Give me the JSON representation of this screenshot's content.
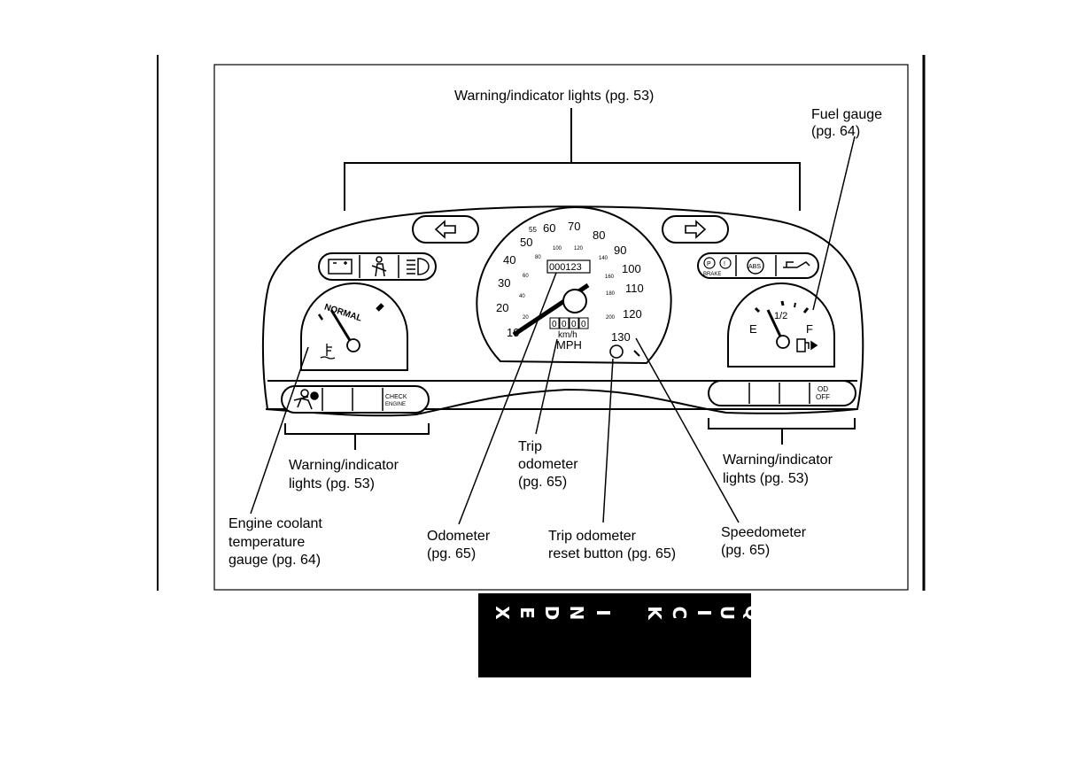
{
  "labels": {
    "warning_top": "Warning/indicator lights (pg. 53)",
    "fuel_gauge": [
      "Fuel gauge",
      "(pg. 64)"
    ],
    "warning_left": [
      "Warning/indicator",
      "lights (pg. 53)"
    ],
    "warning_right": [
      "Warning/indicator",
      "lights (pg. 53)"
    ],
    "trip_odometer": [
      "Trip",
      "odometer",
      "(pg. 65)"
    ],
    "engine_coolant": [
      "Engine coolant",
      "temperature",
      "gauge (pg. 64)"
    ],
    "odometer": [
      "Odometer",
      "(pg. 65)"
    ],
    "trip_reset": [
      "Trip odometer",
      "reset button (pg. 65)"
    ],
    "speedometer": [
      "Speedometer",
      "(pg. 65)"
    ]
  },
  "gauge": {
    "mph_ticks": [
      "10",
      "20",
      "30",
      "40",
      "50",
      "55",
      "60",
      "70",
      "80",
      "90",
      "100",
      "110",
      "120",
      "130"
    ],
    "kmh_ticks": [
      "20",
      "40",
      "60",
      "80",
      "100",
      "120",
      "140",
      "160",
      "180",
      "200"
    ],
    "odometer_value": "000123",
    "trip_value": [
      "0",
      "0",
      "0",
      "0"
    ],
    "kmh_unit": "km/h",
    "mph_unit": "MPH",
    "temp_label": "NORMAL",
    "fuel_e": "E",
    "fuel_half": "1/2",
    "fuel_f": "F",
    "check_engine": [
      "CHECK",
      "ENGINE"
    ],
    "od_off": [
      "OD",
      "OFF"
    ],
    "brake_label": "BRAKE",
    "abs_label": "ABS"
  },
  "side_tab": {
    "letters": [
      "X",
      "E",
      "D",
      "N",
      "I",
      "K",
      "C",
      "I",
      "U",
      "Q"
    ]
  }
}
